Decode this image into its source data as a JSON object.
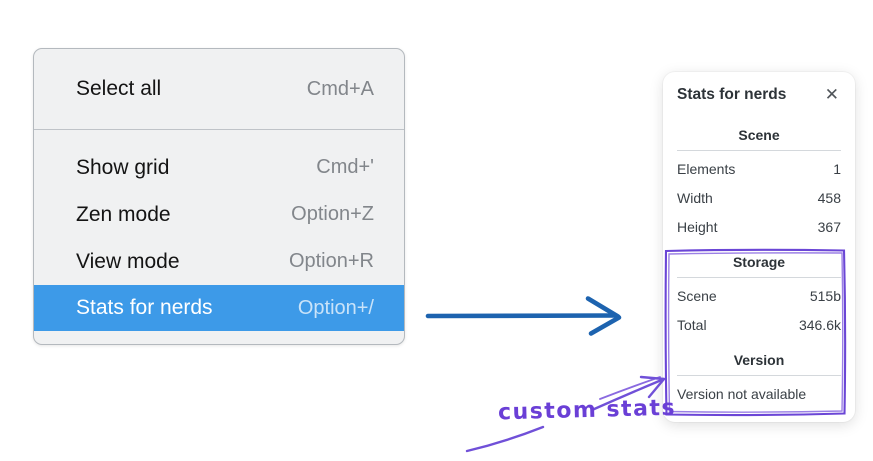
{
  "context_menu": {
    "items": [
      {
        "label": "Select all",
        "shortcut": "Cmd+A",
        "selected": false
      },
      {
        "label": "Show grid",
        "shortcut": "Cmd+'",
        "selected": false
      },
      {
        "label": "Zen mode",
        "shortcut": "Option+Z",
        "selected": false
      },
      {
        "label": "View mode",
        "shortcut": "Option+R",
        "selected": false
      },
      {
        "label": "Stats for nerds",
        "shortcut": "Option+/",
        "selected": true
      }
    ],
    "highlight_color": "#3d9ae8"
  },
  "stats_panel": {
    "title": "Stats for nerds",
    "close_icon": "✕",
    "sections": [
      {
        "heading": "Scene",
        "rows": [
          {
            "label": "Elements",
            "value": "1"
          },
          {
            "label": "Width",
            "value": "458"
          },
          {
            "label": "Height",
            "value": "367"
          }
        ]
      },
      {
        "heading": "Storage",
        "rows": [
          {
            "label": "Scene",
            "value": "515b"
          },
          {
            "label": "Total",
            "value": "346.6k"
          }
        ]
      },
      {
        "heading": "Version",
        "note": "Version not available"
      }
    ]
  },
  "annotations": {
    "custom_stats_label": "custom stats",
    "violet_color": "#6e49d8",
    "blue_arrow_color": "#1d63af"
  }
}
